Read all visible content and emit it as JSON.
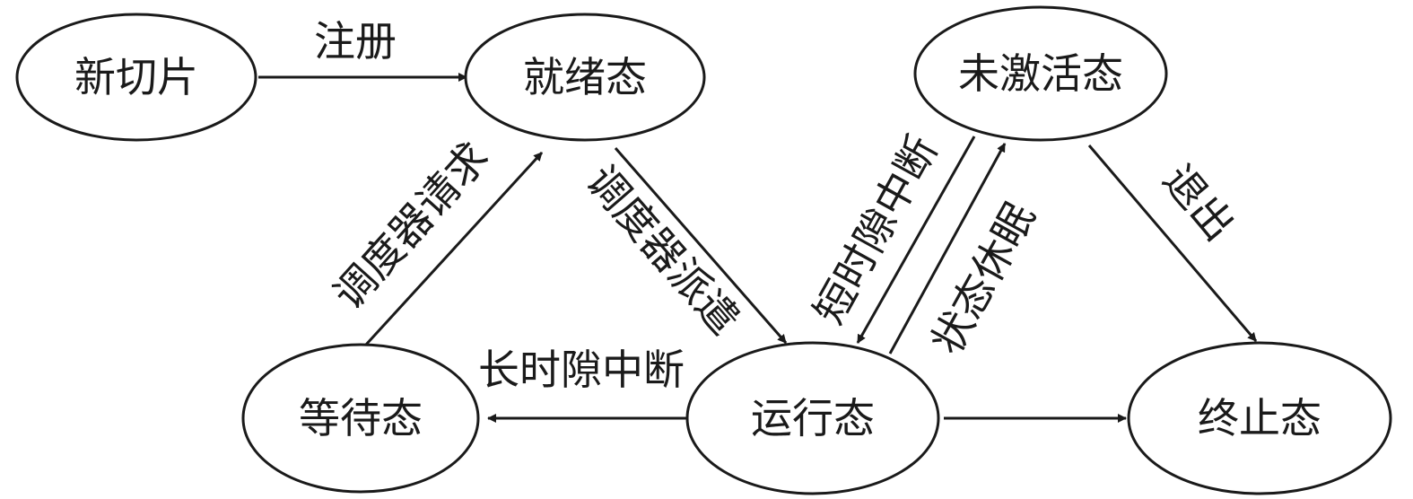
{
  "states": {
    "new_slice": "新切片",
    "ready": "就绪态",
    "inactive": "未激活态",
    "waiting": "等待态",
    "running": "运行态",
    "terminated": "终止态"
  },
  "transitions": {
    "register": "注册",
    "scheduler_request": "调度器请求",
    "scheduler_dispatch": "调度器派遣",
    "short_interrupt": "短时隙中断",
    "sleep": "状态休眠",
    "exit": "退出",
    "long_interrupt": "长时隙中断"
  },
  "colors": {
    "stroke": "#1a1a1a",
    "fill": "#ffffff",
    "text": "#1a1a1a"
  }
}
